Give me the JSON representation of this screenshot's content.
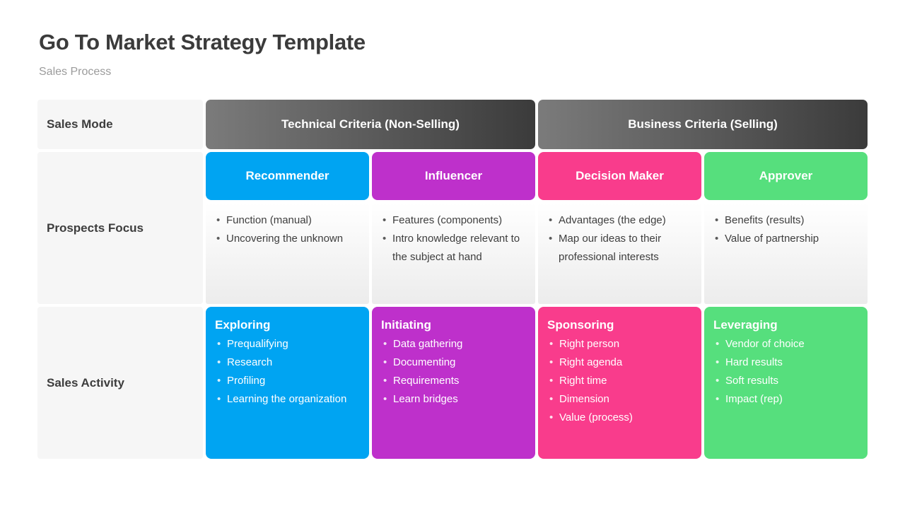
{
  "slide": {
    "title": "Go To Market Strategy Template",
    "subtitle": "Sales Process"
  },
  "matrix": {
    "row_labels": {
      "sales_mode": "Sales Mode",
      "prospects_focus": "Prospects Focus",
      "sales_activity": "Sales Activity"
    },
    "group_headers": {
      "technical": "Technical Criteria (Non-Selling)",
      "business": "Business Criteria (Selling)"
    },
    "columns": [
      {
        "role": "Recommender",
        "color": "#00a4f2",
        "focus_bullets": [
          "Function (manual)",
          "Uncovering the unknown"
        ],
        "activity": {
          "title": "Exploring",
          "bullets": [
            "Prequalifying",
            "Research",
            "Profiling",
            "Learning the organization"
          ]
        }
      },
      {
        "role": "Influencer",
        "color": "#be30cb",
        "focus_bullets": [
          "Features (components)",
          "Intro knowledge relevant to the subject at hand"
        ],
        "activity": {
          "title": "Initiating",
          "bullets": [
            "Data gathering",
            "Documenting",
            "Requirements",
            "Learn bridges"
          ]
        }
      },
      {
        "role": "Decision Maker",
        "color": "#f93c8c",
        "focus_bullets": [
          "Advantages (the edge)",
          "Map our ideas to their professional interests"
        ],
        "activity": {
          "title": "Sponsoring",
          "bullets": [
            "Right person",
            "Right agenda",
            "Right time",
            "Dimension",
            "Value (process)"
          ]
        }
      },
      {
        "role": "Approver",
        "color": "#56df7d",
        "focus_bullets": [
          "Benefits (results)",
          "Value of partnership"
        ],
        "activity": {
          "title": "Leveraging",
          "bullets": [
            "Vendor of choice",
            "Hard results",
            "Soft results",
            "Impact (rep)"
          ]
        }
      }
    ]
  },
  "colors": {
    "group_header_gradient_start": "#7b7b7b",
    "group_header_gradient_end": "#3b3b3b",
    "label_cell_bg": "#f6f6f6",
    "title_text": "#3b3b3b",
    "subtitle_text": "#9b9b9b"
  }
}
